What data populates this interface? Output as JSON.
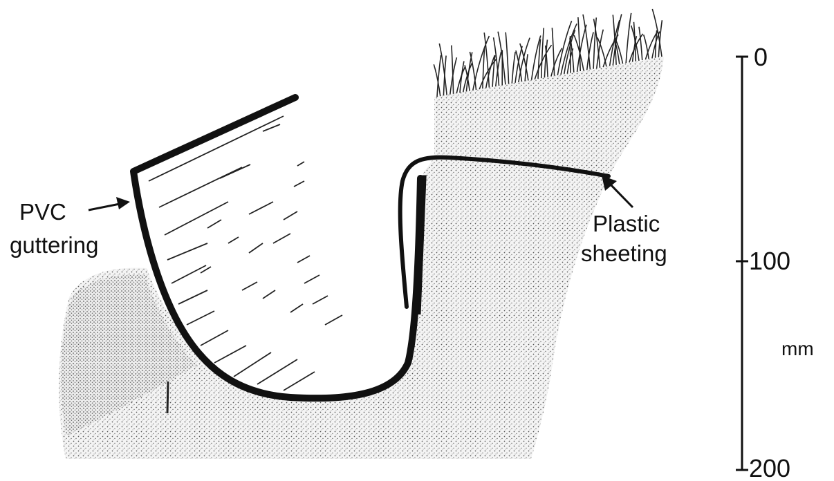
{
  "labels": {
    "pvc_line1": "PVC",
    "pvc_line2": "guttering",
    "plastic_line1": "Plastic",
    "plastic_line2": "sheeting"
  },
  "scale": {
    "tick_top": "0",
    "tick_mid": "100",
    "tick_bottom": "200",
    "unit": "mm"
  },
  "colors": {
    "ink": "#111111",
    "soil_fill": "#f2f2f2",
    "stipple": "#555555",
    "background": "#ffffff"
  }
}
